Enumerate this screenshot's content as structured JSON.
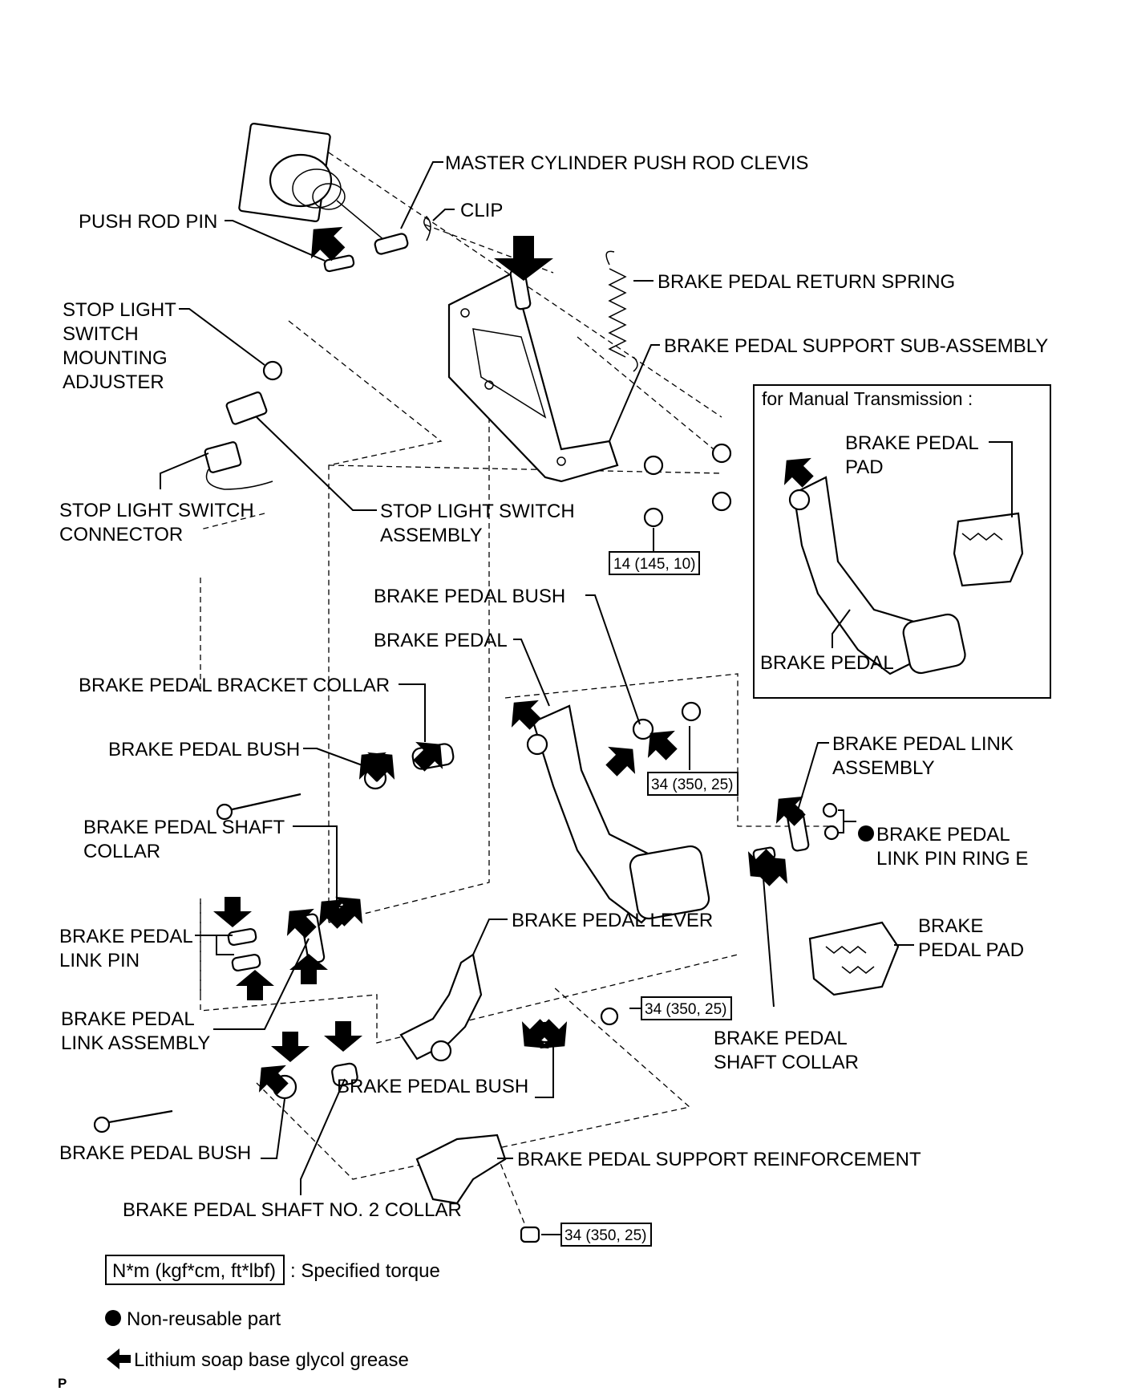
{
  "labels": {
    "master_cylinder_push_rod_clevis": "MASTER CYLINDER PUSH ROD CLEVIS",
    "push_rod_pin": "PUSH ROD PIN",
    "clip": "CLIP",
    "brake_pedal_return_spring": "BRAKE PEDAL RETURN SPRING",
    "stop_light_switch_mounting_adjuster": [
      "STOP LIGHT",
      "SWITCH",
      "MOUNTING",
      "ADJUSTER"
    ],
    "brake_pedal_support_sub_assembly": "BRAKE PEDAL SUPPORT SUB-ASSEMBLY",
    "stop_light_switch_connector": [
      "STOP LIGHT SWITCH",
      "CONNECTOR"
    ],
    "stop_light_switch_assembly": [
      "STOP LIGHT SWITCH",
      "ASSEMBLY"
    ],
    "brake_pedal_bush_upper": "BRAKE PEDAL BUSH",
    "brake_pedal": "BRAKE PEDAL",
    "brake_pedal_bracket_collar": "BRAKE PEDAL BRACKET COLLAR",
    "brake_pedal_bush_left": "BRAKE PEDAL BUSH",
    "brake_pedal_link_assembly_right": [
      "BRAKE PEDAL LINK",
      "ASSEMBLY"
    ],
    "brake_pedal_shaft_collar_left": [
      "BRAKE PEDAL SHAFT",
      "COLLAR"
    ],
    "brake_pedal_link_pin_ring_e": [
      "BRAKE PEDAL",
      "LINK PIN RING E"
    ],
    "brake_pedal_link_pin": [
      "BRAKE PEDAL",
      "LINK PIN"
    ],
    "brake_pedal_lever": "BRAKE PEDAL LEVER",
    "brake_pedal_pad": [
      "BRAKE",
      "PEDAL PAD"
    ],
    "brake_pedal_link_assembly_left": [
      "BRAKE PEDAL",
      "LINK ASSEMBLY"
    ],
    "brake_pedal_shaft_collar_right": [
      "BRAKE PEDAL",
      "SHAFT COLLAR"
    ],
    "brake_pedal_bush_lower_mid": "BRAKE PEDAL BUSH",
    "brake_pedal_bush_lower_left": "BRAKE PEDAL BUSH",
    "brake_pedal_support_reinforcement": "BRAKE PEDAL SUPPORT REINFORCEMENT",
    "brake_pedal_shaft_no2_collar": "BRAKE PEDAL SHAFT NO. 2 COLLAR"
  },
  "inset": {
    "title": "for Manual  Transmission  :",
    "pad_label": [
      "BRAKE PEDAL",
      "PAD"
    ],
    "pedal_label": "BRAKE PEDAL"
  },
  "torques": {
    "nut_support": "14 (145, 10)",
    "pedal_nut": "34 (350, 25)",
    "lever_nut": "34 (350, 25)",
    "reinforcement_bolt": "34 (350, 25)"
  },
  "legend": {
    "torque_box": "N*m (kgf*cm, ft*lbf)",
    "torque_text": ": Specified torque",
    "nonreusable_text": "Non-reusable part",
    "grease_text": "Lithium soap base glycol grease"
  },
  "footer": {
    "code": "P"
  }
}
